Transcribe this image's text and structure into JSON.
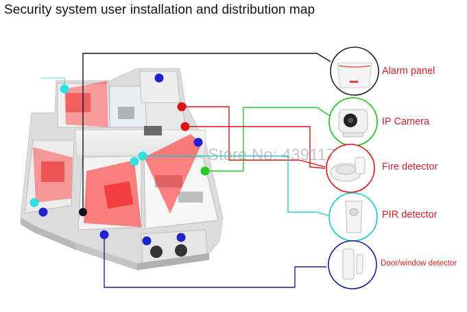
{
  "title": "Security system user installation and distribution map",
  "watermark": "Store No: 439117",
  "colors": {
    "alarm_line": "#111111",
    "camera_line": "#22cc22",
    "fire_line": "#e01010",
    "pir_line": "#20d0d0",
    "door_line": "#1a1aa0",
    "label_red": "#d0202a"
  },
  "devices": [
    {
      "key": "alarm",
      "label": "Alarm panel",
      "icon": "alarm-panel-icon"
    },
    {
      "key": "camera",
      "label": "IP Camera",
      "icon": "ip-camera-icon"
    },
    {
      "key": "fire",
      "label": "Fire detector",
      "icon": "fire-detector-icon"
    },
    {
      "key": "pir",
      "label": "PIR detector",
      "icon": "pir-detector-icon"
    },
    {
      "key": "door",
      "label": "Door/window detector",
      "icon": "door-window-detector-icon"
    }
  ]
}
